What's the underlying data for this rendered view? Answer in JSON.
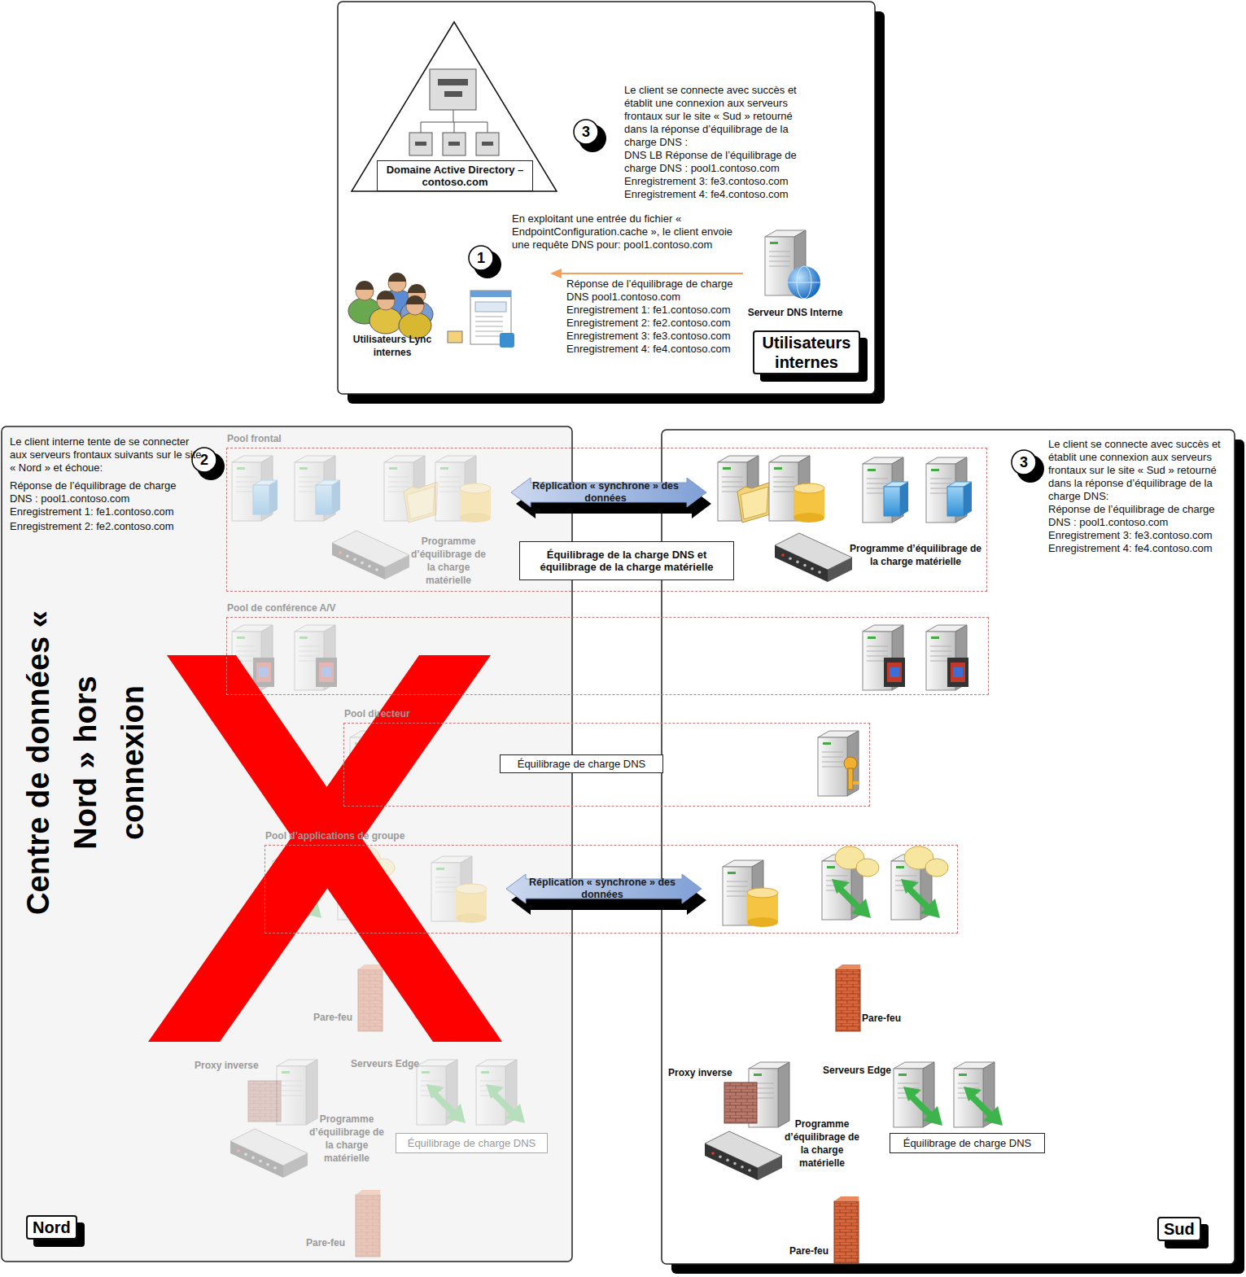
{
  "diagram": {
    "nodes": [
      {
        "text": [
          "Utilisateurs internes"
        ]
      },
      {
        "text": [
          "Domaine Active Directory – contoso.com"
        ],
        "in": 0
      },
      {
        "text": [
          "Nord"
        ]
      },
      {
        "text": [
          "Sud"
        ]
      },
      {
        "text": [
          "Pool frontal"
        ]
      },
      {
        "text": [
          "Équilibrage de la charge DNS et équilibrage de la charge matérielle"
        ],
        "in": 4
      },
      {
        "text": [
          "Pool de conférence A/V"
        ]
      },
      {
        "text": [
          "Pool directeur"
        ]
      },
      {
        "text": [
          "Équilibrage de charge DNS"
        ],
        "in": 7
      },
      {
        "text": [
          "Pool d’applications de groupe"
        ]
      },
      {
        "text": [
          "Équilibrage de charge DNS"
        ],
        "in": 2
      },
      {
        "text": [
          "Équilibrage de charge DNS"
        ],
        "in": 3
      }
    ],
    "labels": [
      "3",
      "Le client se connecte avec succès et établit une connexion aux serveurs frontaux sur le site « Sud » retourné dans la réponse d’équilibrage de la charge DNS :",
      "DNS LB Réponse de l’équilibrage de charge DNS : pool1.contoso.com",
      "Enregistrement 3: fe3.contoso.com",
      "Enregistrement 4: fe4.contoso.com",
      "1",
      "En exploitant une entrée du fichier « EndpointConfiguration.cache », le client envoie une requête DNS pour: pool1.contoso.com",
      "Réponse de l’équilibrage de charge DNS pool1.contoso.com",
      "Enregistrement 1: fe1.contoso.com",
      "Enregistrement 2: fe2.contoso.com",
      "Enregistrement 3: fe3.contoso.com",
      "Enregistrement 4: fe4.contoso.com",
      "Utilisateurs Lync internes",
      "Serveur DNS Interne",
      "2",
      "Le client interne tente de se connecter aux serveurs frontaux suivants sur le site « Nord » et échoue:",
      "Réponse de l’équilibrage de charge DNS : pool1.contoso.com",
      "Enregistrement 1: fe1.contoso.com",
      "Enregistrement 2: fe2.contoso.com",
      "Centre de données « Nord » hors connexion",
      "3",
      "Le client se connecte avec succès et établit une connexion aux serveurs frontaux sur le site « Sud » retourné dans la réponse d’équilibrage de la charge DNS:",
      "Réponse de l’équilibrage de charge DNS : pool1.contoso.com",
      "Enregistrement 3: fe3.contoso.com",
      "Enregistrement 4: fe4.contoso.com",
      "Programme d’équilibrage de la charge matérielle",
      "Réplication « synchrone » des données",
      "Programme d’équilibrage de la charge matérielle",
      "Réplication « synchrone » des données",
      "Pare-feu",
      "Pare-feu",
      "Proxy inverse",
      "Serveurs Edge",
      "Programme d’équilibrage de la charge matérielle",
      "Pare-feu",
      "Proxy inverse",
      "Serveurs Edge",
      "Programme d’équilibrage de la charge matérielle",
      "Pare-feu"
    ]
  }
}
